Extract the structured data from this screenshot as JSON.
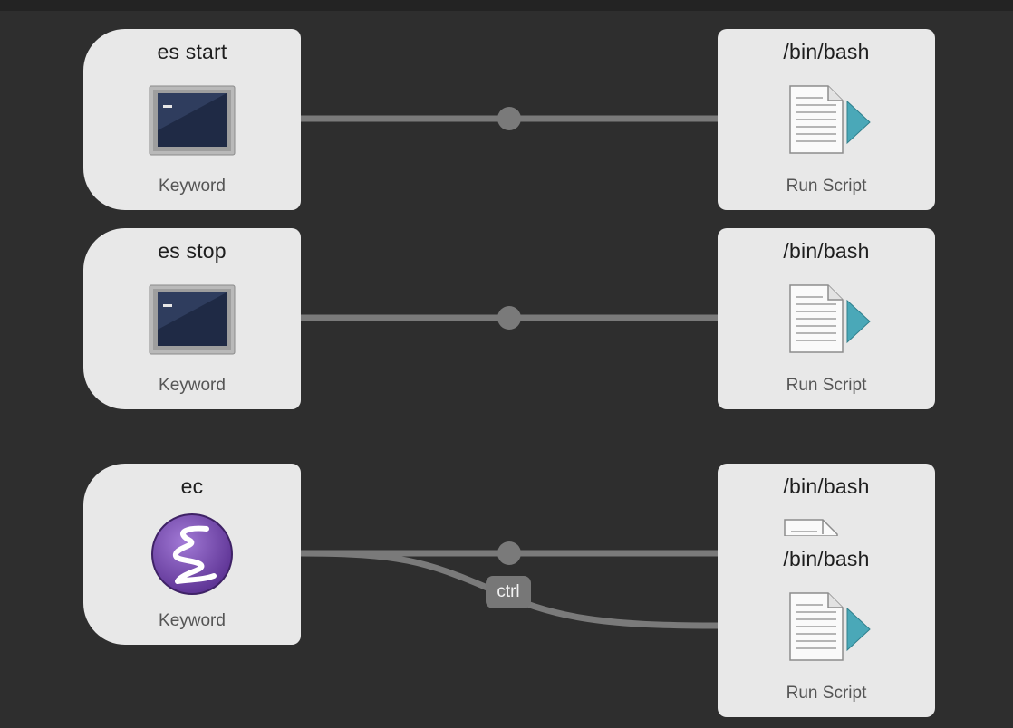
{
  "workflow": {
    "rows": [
      {
        "trigger": {
          "title": "es start",
          "type_label": "Keyword",
          "icon": "terminal-icon"
        },
        "action": {
          "title": "/bin/bash",
          "type_label": "Run Script",
          "icon": "script-document-icon"
        }
      },
      {
        "trigger": {
          "title": "es stop",
          "type_label": "Keyword",
          "icon": "terminal-icon"
        },
        "action": {
          "title": "/bin/bash",
          "type_label": "Run Script",
          "icon": "script-document-icon"
        }
      },
      {
        "trigger": {
          "title": "ec",
          "type_label": "Keyword",
          "icon": "emacs-icon"
        },
        "action": {
          "title": "/bin/bash",
          "type_label": "",
          "icon": "script-document-icon"
        },
        "action_modifier": {
          "title": "/bin/bash",
          "type_label": "Run Script",
          "icon": "script-document-icon"
        }
      }
    ],
    "modifier_badge": "ctrl"
  },
  "colors": {
    "canvas_background": "#2e2e2e",
    "node_background": "#e8e8e8",
    "connection_line": "#7a7a7a",
    "script_arrow": "#4aa8b8",
    "emacs_purple": "#7b4db0"
  }
}
